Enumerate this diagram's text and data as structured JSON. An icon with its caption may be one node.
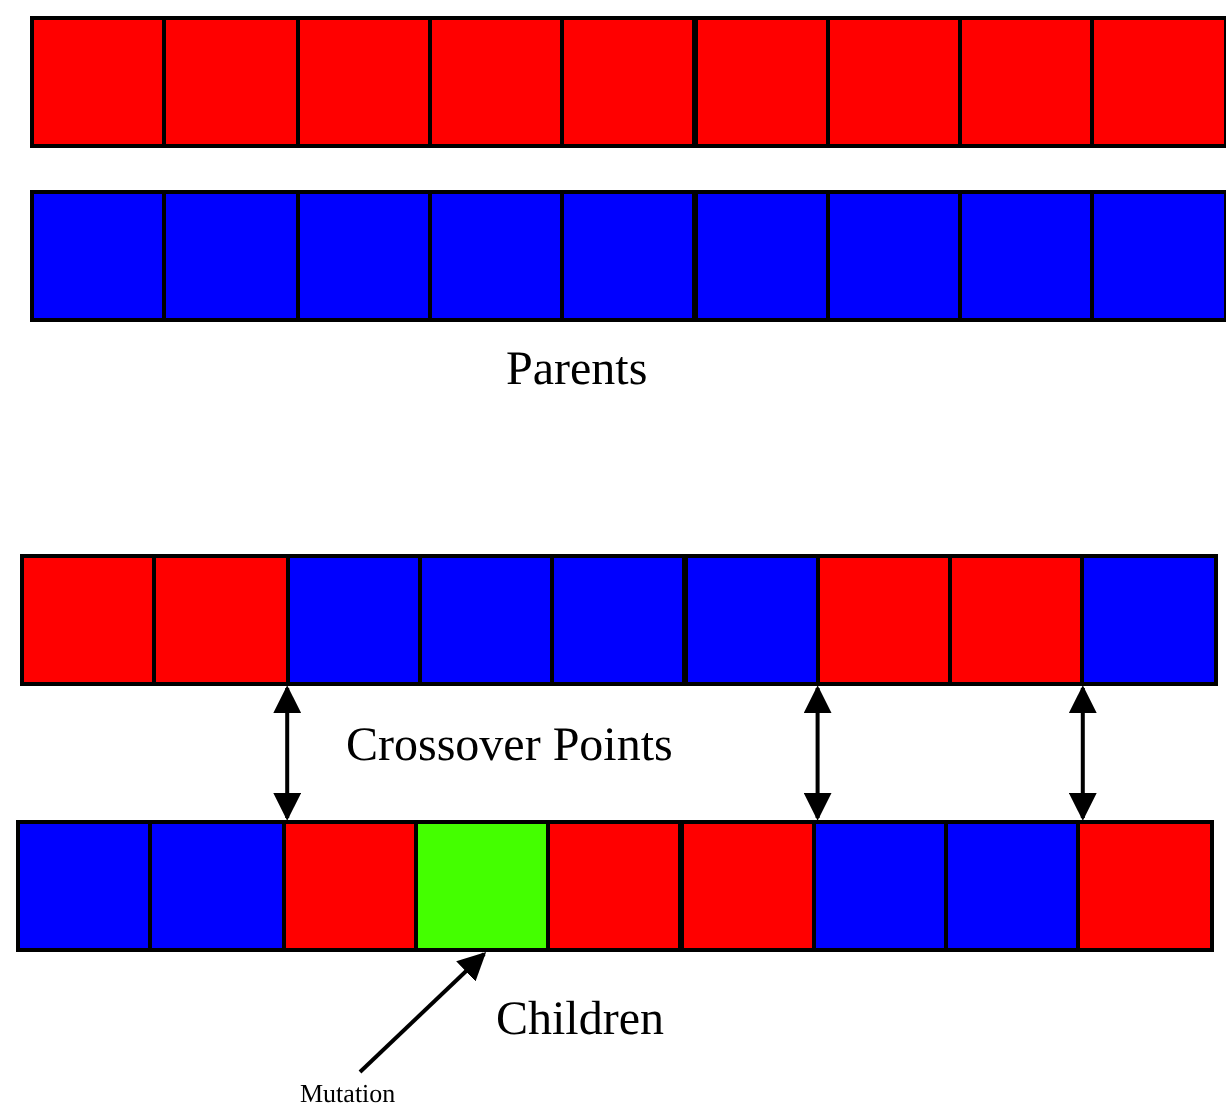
{
  "diagram": {
    "nodes": [
      {
        "text": [],
        "shape": "box"
      },
      {
        "text": [],
        "shape": "box"
      },
      {
        "text": [],
        "shape": "box"
      },
      {
        "text": [],
        "shape": "box"
      },
      {
        "text": [],
        "shape": "box"
      },
      {
        "text": [],
        "shape": "box"
      },
      {
        "text": [],
        "shape": "box"
      },
      {
        "text": [],
        "shape": "box"
      },
      {
        "text": [],
        "shape": "box"
      },
      {
        "text": [],
        "shape": "box"
      },
      {
        "text": [],
        "shape": "box"
      },
      {
        "text": [],
        "shape": "box"
      },
      {
        "text": [],
        "shape": "box"
      },
      {
        "text": [],
        "shape": "box"
      },
      {
        "text": [],
        "shape": "box"
      },
      {
        "text": [],
        "shape": "box"
      },
      {
        "text": [],
        "shape": "box"
      },
      {
        "text": [],
        "shape": "box"
      },
      {
        "text": [],
        "shape": "box"
      },
      {
        "text": [],
        "shape": "box"
      },
      {
        "text": [],
        "shape": "box"
      },
      {
        "text": [],
        "shape": "box"
      },
      {
        "text": [],
        "shape": "box"
      },
      {
        "text": [],
        "shape": "box"
      },
      {
        "text": [],
        "shape": "box"
      },
      {
        "text": [],
        "shape": "box"
      },
      {
        "text": [],
        "shape": "box"
      },
      {
        "text": [],
        "shape": "box"
      },
      {
        "text": [],
        "shape": "box"
      },
      {
        "text": [],
        "shape": "box"
      },
      {
        "text": [],
        "shape": "box"
      },
      {
        "text": [],
        "shape": "box"
      },
      {
        "text": [],
        "shape": "box"
      },
      {
        "text": [],
        "shape": "box"
      },
      {
        "text": [],
        "shape": "box"
      },
      {
        "text": [],
        "shape": "box"
      },
      {
        "text": [
          "Mutation"
        ]
      }
    ],
    "edges": [
      {
        "from": 20,
        "to": 29,
        "arrow": "both"
      },
      {
        "from": 24,
        "to": 33,
        "arrow": "both"
      },
      {
        "from": 26,
        "to": 35,
        "arrow": "both"
      },
      {
        "from": 36,
        "to": 30,
        "arrow": "to"
      }
    ],
    "labels": [
      "Parents",
      "Crossover Points",
      "Children"
    ]
  }
}
